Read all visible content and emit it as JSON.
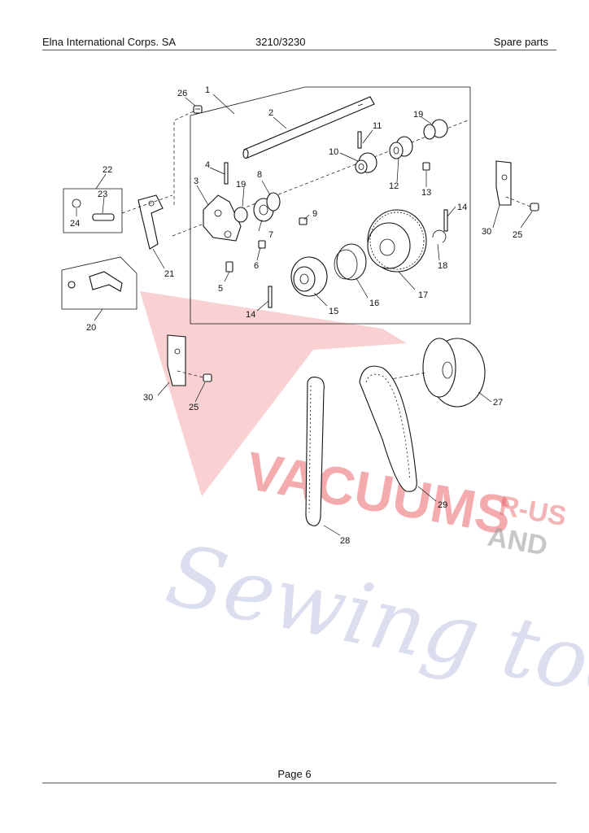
{
  "header": {
    "company": "Elna International Corps. SA",
    "model": "3210/3230",
    "section": "Spare parts"
  },
  "footer": {
    "page": "Page 6"
  },
  "watermark": {
    "line1": "VACUUMS",
    "line2": "R-US",
    "line3": "AND",
    "line4": "Sewing too",
    "colors": {
      "red": "#e85a60",
      "grey": "#9a9a9a",
      "blue": "#8a94c8"
    }
  },
  "callouts": [
    "1",
    "2",
    "3",
    "4",
    "5",
    "6",
    "7",
    "8",
    "9",
    "10",
    "11",
    "12",
    "13",
    "14",
    "14",
    "15",
    "16",
    "17",
    "18",
    "19",
    "19",
    "20",
    "21",
    "22",
    "23",
    "24",
    "25",
    "25",
    "26",
    "27",
    "28",
    "29",
    "30",
    "30"
  ]
}
